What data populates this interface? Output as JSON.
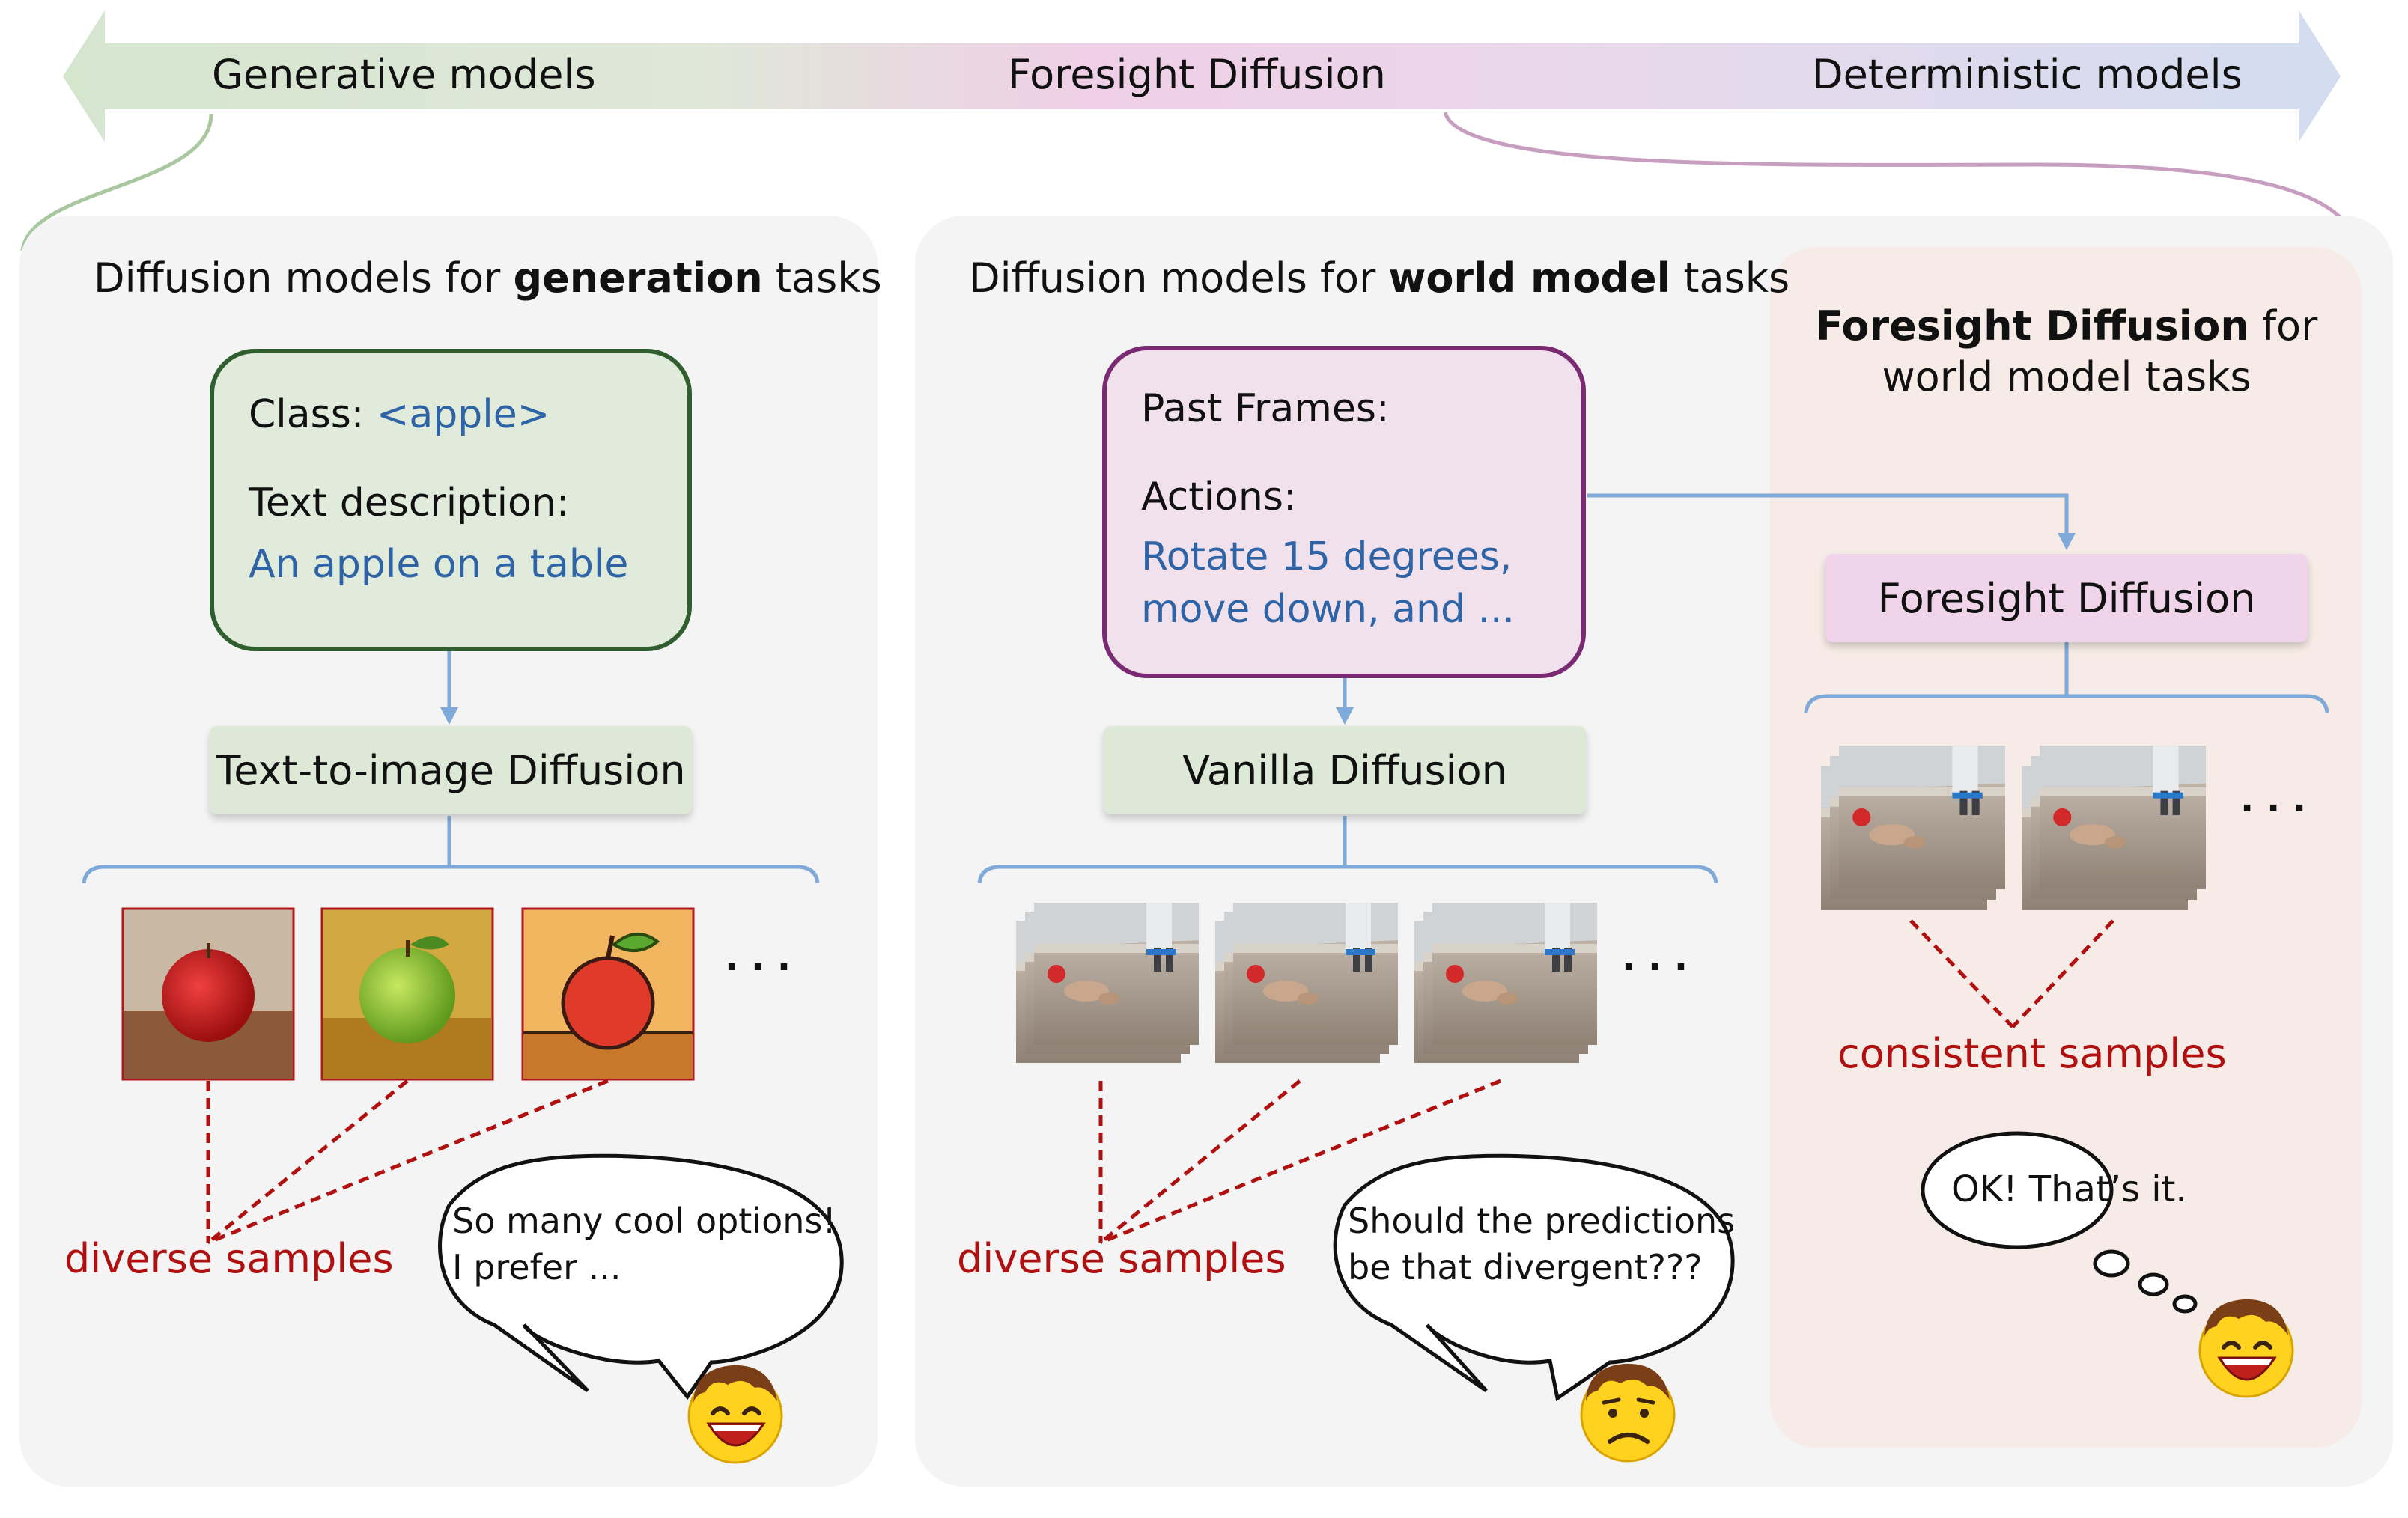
{
  "spectrum": {
    "left_label": "Generative models",
    "center_label": "Foresight Diffusion",
    "right_label": "Deterministic models"
  },
  "panel_generation": {
    "title_prefix": "Diffusion models for ",
    "title_bold": "generation",
    "title_suffix": " tasks",
    "condition": {
      "class_label": "Class: ",
      "class_value": "<apple>",
      "text_label": "Text description:",
      "text_value": "An apple on a table"
    },
    "model_label": "Text-to-image Diffusion",
    "ellipsis": "· · ·",
    "samples_label": "diverse samples",
    "bubble_line1": "So many cool options!",
    "bubble_line2": "I prefer ..."
  },
  "panel_world": {
    "title_prefix": "Diffusion models for ",
    "title_bold": "world model",
    "title_suffix": " tasks",
    "condition": {
      "frames_label": "Past Frames:",
      "actions_label": "Actions:",
      "actions_line1": "Rotate 15 degrees,",
      "actions_line2": "move down, and ..."
    },
    "model_label": "Vanilla Diffusion",
    "ellipsis": "· · ·",
    "samples_label": "diverse samples",
    "bubble_line1": "Should the predictions",
    "bubble_line2": "be that divergent???"
  },
  "panel_foresight": {
    "title_bold": "Foresight Diffusion",
    "title_suffix": " for",
    "title_line2": "world model tasks",
    "model_label": "Foresight Diffusion",
    "ellipsis": "· · ·",
    "samples_label": "consistent samples",
    "bubble_line1": "OK! That’s it."
  },
  "colors": {
    "generative_green": "#d5e6cf",
    "foresight_pink": "#efcfe6",
    "deterministic_blue": "#d6dff0",
    "condition_green_border": "#2f5e2f",
    "condition_purple_border": "#7a2a72",
    "sample_red": "#b01010",
    "link_blue": "#2e64a6",
    "panel_gray": "#f4f4f4",
    "foresight_panel": "#f6ebe6"
  }
}
